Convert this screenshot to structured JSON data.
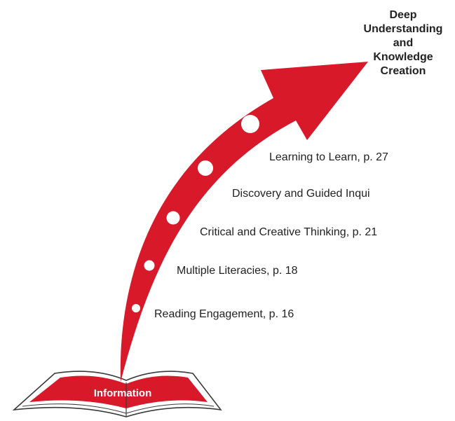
{
  "goal": {
    "lines": [
      "Deep",
      "Understanding",
      "and",
      "Knowledge",
      "Creation"
    ]
  },
  "source": {
    "label": "Information"
  },
  "steps": [
    {
      "label": "Reading Engagement, p. 16"
    },
    {
      "label": "Multiple Literacies, p. 18"
    },
    {
      "label": "Critical and Creative Thinking, p. 21"
    },
    {
      "label": "Discovery and Guided Inqui"
    },
    {
      "label": "Learning to Learn, p. 27"
    }
  ],
  "colors": {
    "arrow": "#d7192a",
    "book_page": "#d7192a",
    "outline": "#3a3a3a",
    "dots": "#ffffff"
  },
  "icons": {
    "arrow": "curved-arrow",
    "book": "open-book"
  }
}
